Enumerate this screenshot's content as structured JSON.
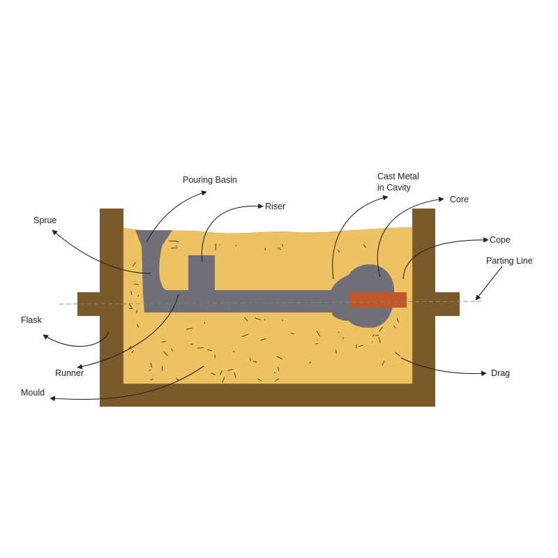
{
  "labels": {
    "pouring_basin": "Pouring Basin",
    "riser": "Riser",
    "cast_metal_line1": "Cast Metal",
    "cast_metal_line2": "in Cavity",
    "core": "Core",
    "cope": "Cope",
    "parting_line": "Parting Line",
    "sprue": "Sprue",
    "flask": "Flask",
    "runner": "Runner",
    "mould": "Mould",
    "drag": "Drag"
  },
  "colors": {
    "flask": "#7a5a2a",
    "sand": "#edc262",
    "metal": "#6f6f75",
    "core": "#c0572b",
    "arrow": "#222222"
  }
}
